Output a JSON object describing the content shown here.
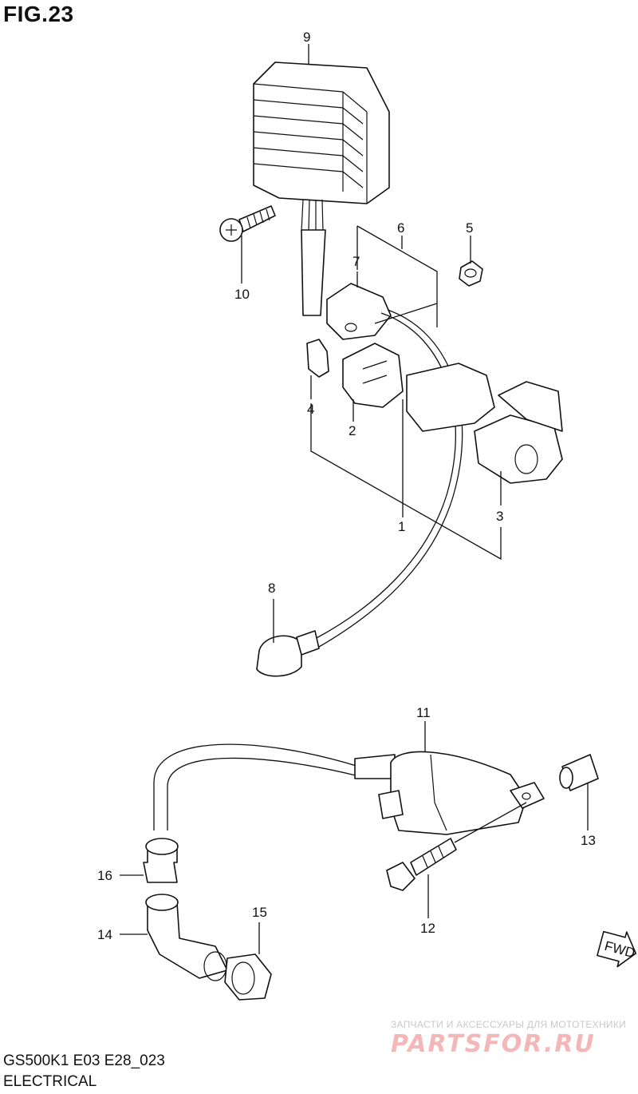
{
  "figure": {
    "title": "FIG.23"
  },
  "callouts": [
    "1",
    "2",
    "3",
    "4",
    "5",
    "6",
    "7",
    "8",
    "9",
    "10",
    "11",
    "12",
    "13",
    "14",
    "15",
    "16"
  ],
  "fwd_marker": "FWD",
  "footer": {
    "code": "GS500K1 E03 E28_023",
    "section": "ELECTRICAL"
  },
  "watermark": {
    "tagline": "ЗАПЧАСТИ И АКСЕССУАРЫ ДЛЯ МОТОТЕХНИКИ",
    "logo": "PARTSFOR.RU"
  }
}
